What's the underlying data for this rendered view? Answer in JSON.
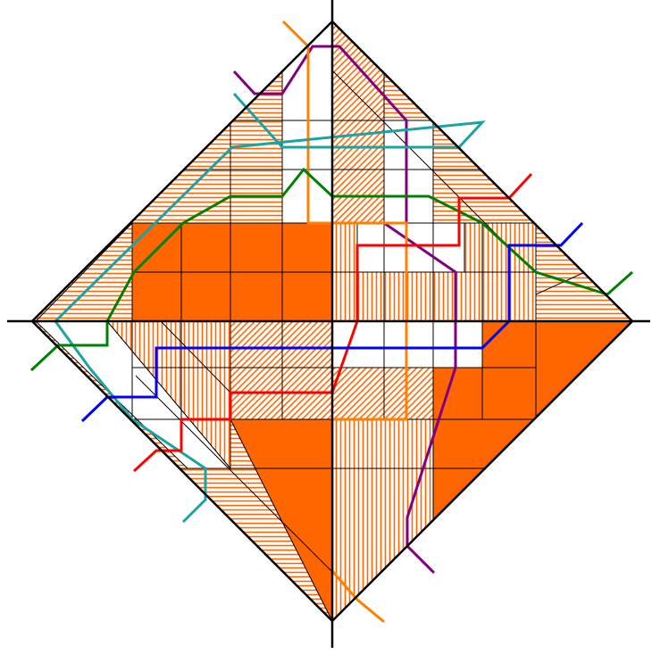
{
  "colors": {
    "background": "#ffffff",
    "solid_fill": "#ff6600",
    "hatch_stroke": "#ff6600",
    "outline": "#000000",
    "tile_edge": "#000000",
    "paths": {
      "purple": "#800080",
      "orange": "#ff8000",
      "cyan": "#1ba3a3",
      "green": "#008000",
      "red": "#ff0000",
      "blue": "#0000ff"
    }
  },
  "structure": {
    "outline_shape": "diamond",
    "axes": [
      "horizontal",
      "vertical"
    ],
    "region_types": [
      "solid",
      "horizontal-hatch",
      "vertical-hatch",
      "diagonal-hatch",
      "white"
    ],
    "path_order": [
      "purple",
      "orange",
      "cyan",
      "green",
      "red",
      "blue"
    ],
    "path_count": 6,
    "grid_lines_visible": true
  }
}
